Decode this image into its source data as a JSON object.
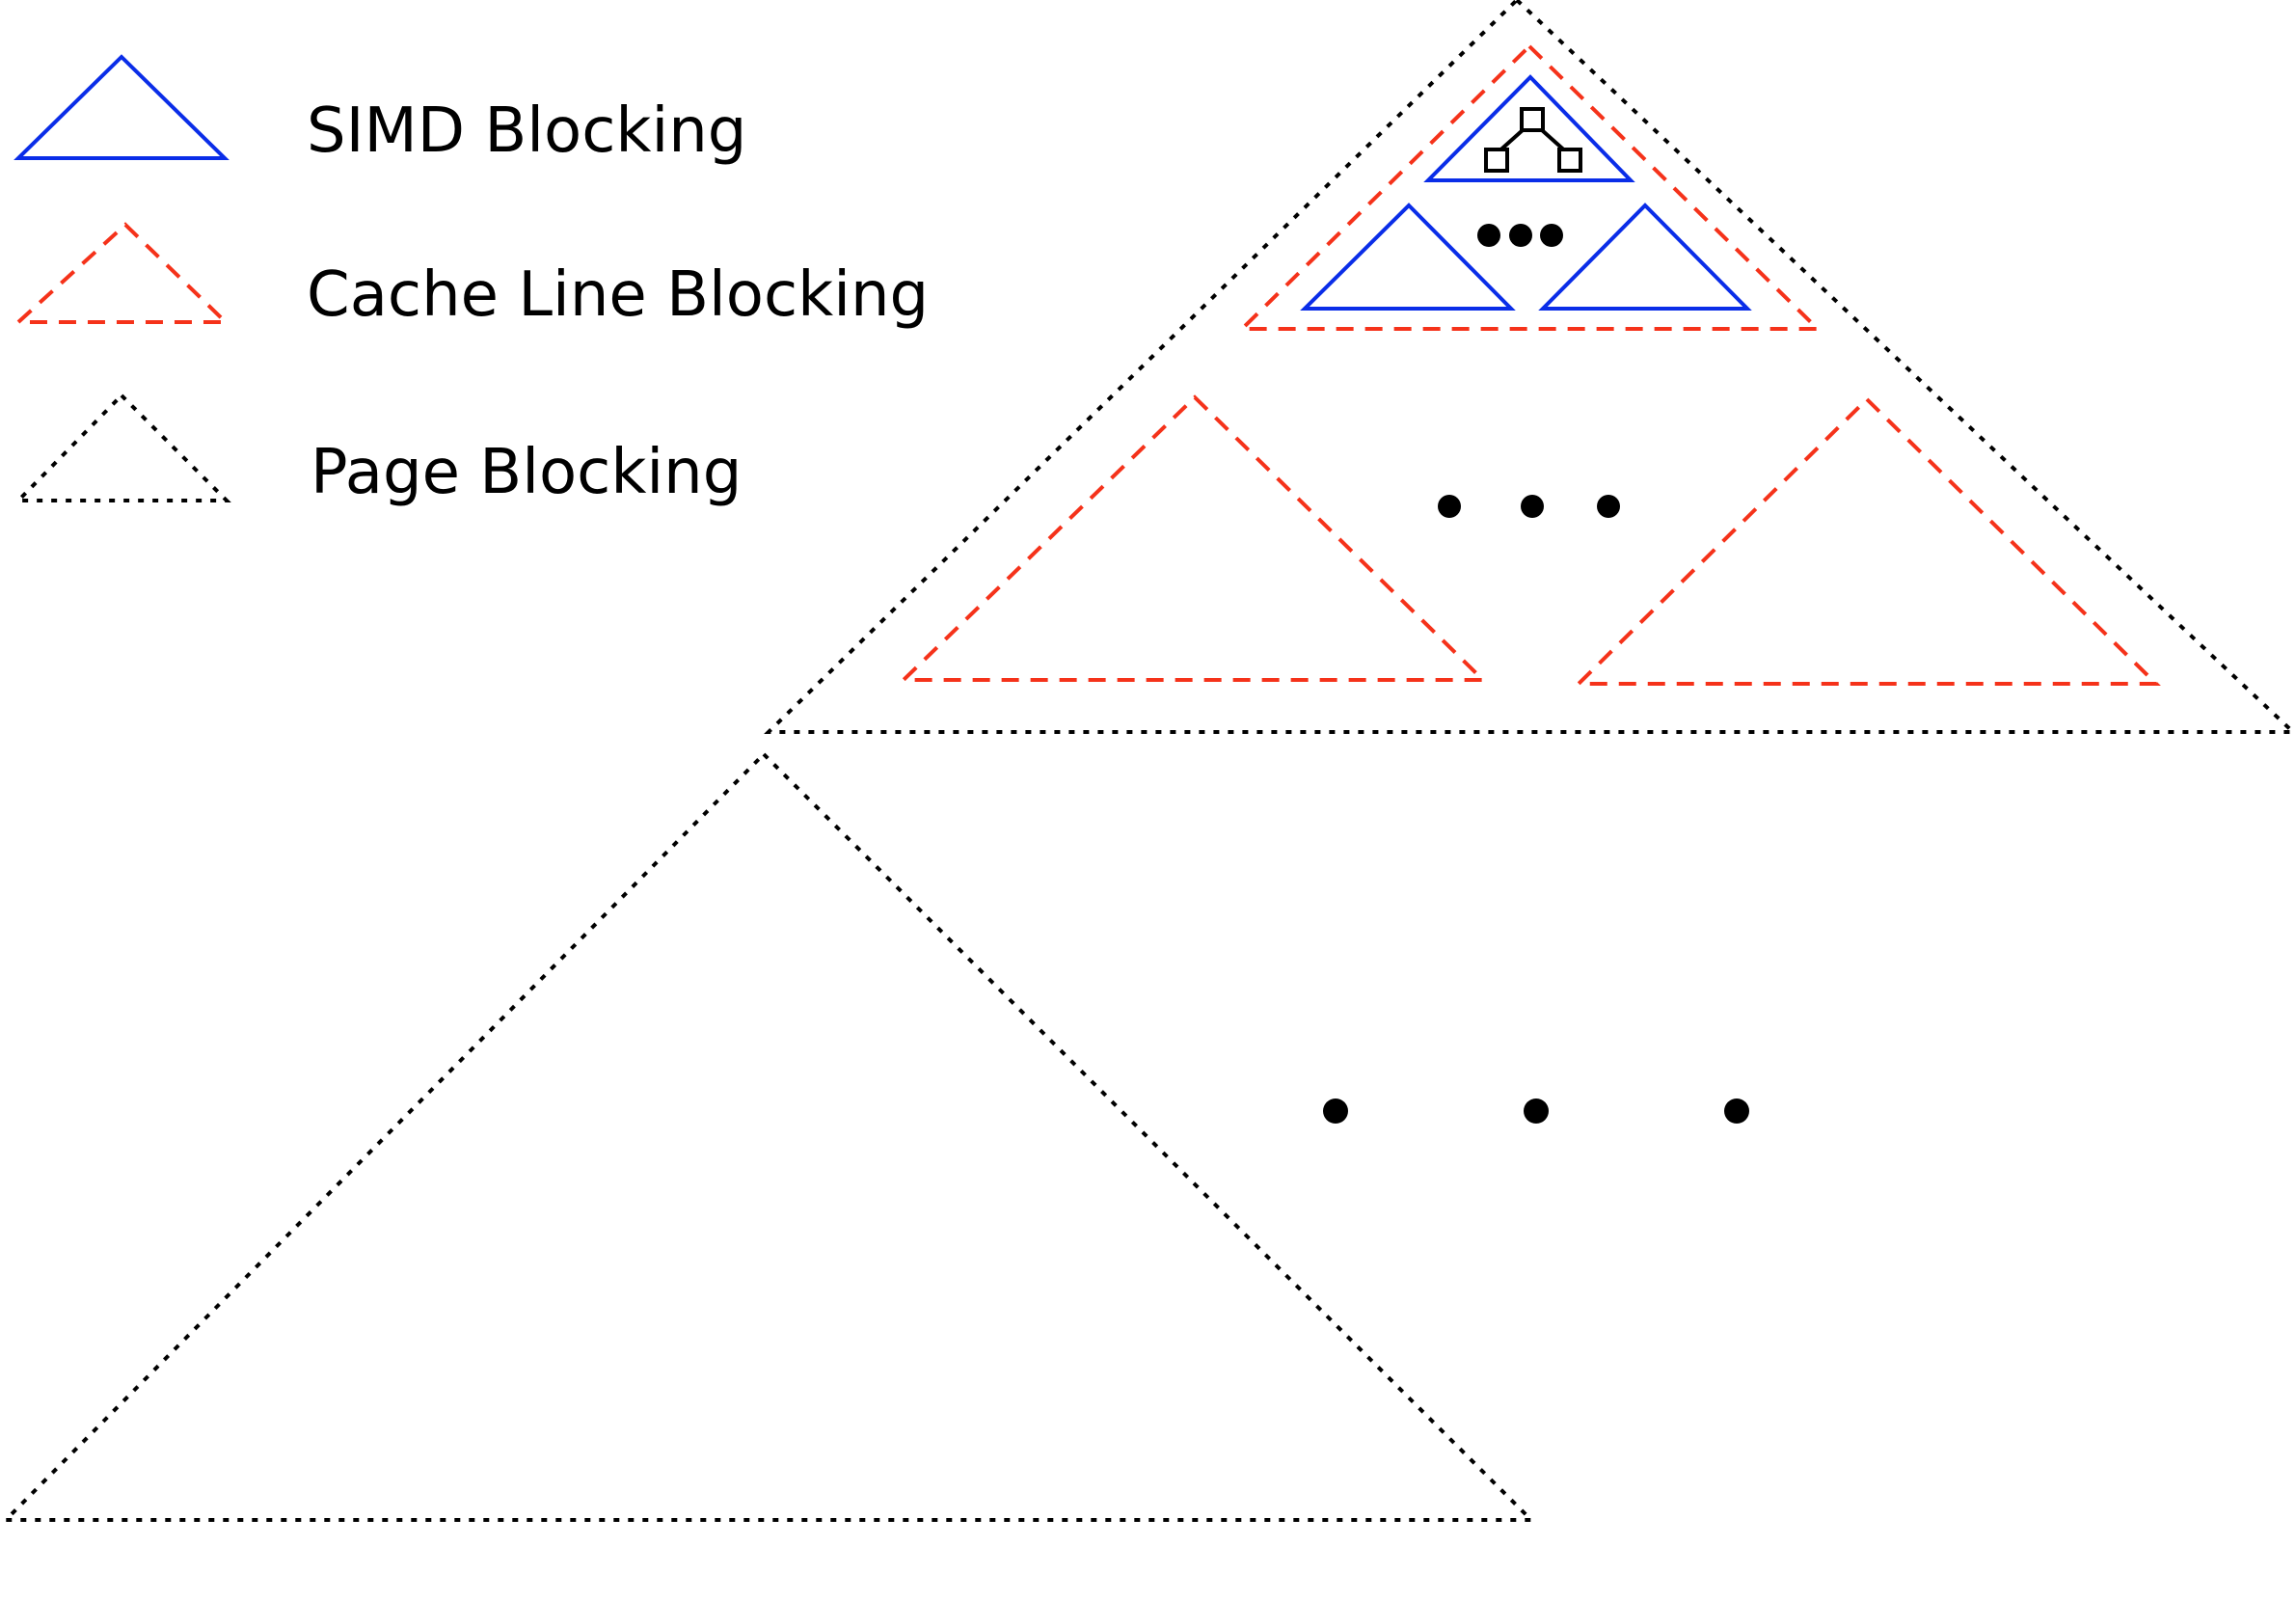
{
  "legend": {
    "simd_label": "SIMD Blocking",
    "cache_line_label": "Cache Line Blocking",
    "page_label": "Page Blocking"
  },
  "colors": {
    "simd": "#0a2de8",
    "cache_line": "#f5321a",
    "page": "#000000",
    "background": "#ffffff"
  },
  "ellipsis": "…"
}
